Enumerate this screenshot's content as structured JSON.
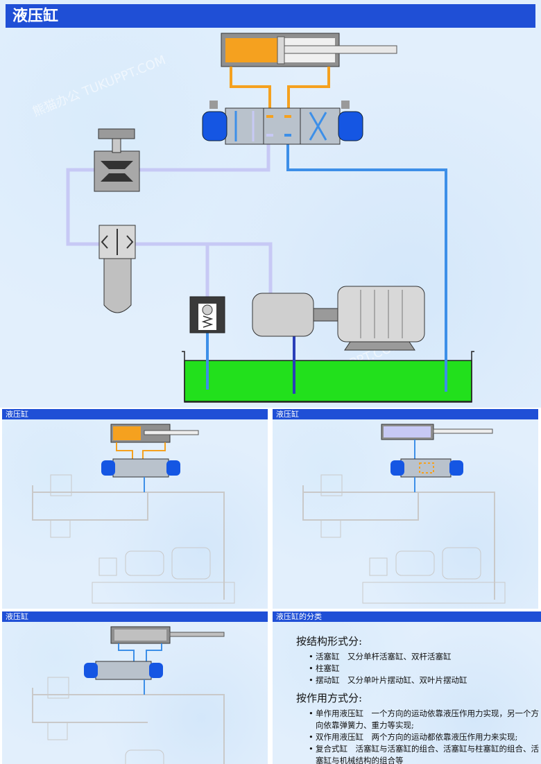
{
  "slides": {
    "main": {
      "title": "液压缸"
    },
    "thumb1": {
      "title": "液压缸"
    },
    "thumb2": {
      "title": "液压缸"
    },
    "thumb3": {
      "title": "液压缸"
    },
    "thumb4": {
      "title": "液压缸的分类",
      "section1": {
        "heading": "按结构形式分:",
        "items": [
          "活塞缸　又分单杆活塞缸、双杆活塞缸",
          "柱塞缸",
          "摆动缸　又分单叶片摆动缸、双叶片摆动缸"
        ]
      },
      "section2": {
        "heading": "按作用方式分:",
        "items": [
          "单作用液压缸　一个方向的运动依靠液压作用力实现，另一个方向依靠弹簧力、重力等实现;",
          "双作用液压缸　两个方向的运动都依靠液压作用力来实现;",
          "复合式缸　活塞缸与活塞缸的组合、活塞缸与柱塞缸的组合、活塞缸与机械结构的组合等"
        ]
      }
    }
  },
  "watermark": "熊猫办公 TUKUPPT.COM",
  "colors": {
    "title_bar": "#1f4fd6",
    "pressure_line": "#f5a11f",
    "return_line": "#3d8fe8",
    "suction_line": "#c7c9f5",
    "oil_tank": "#22e01c"
  }
}
